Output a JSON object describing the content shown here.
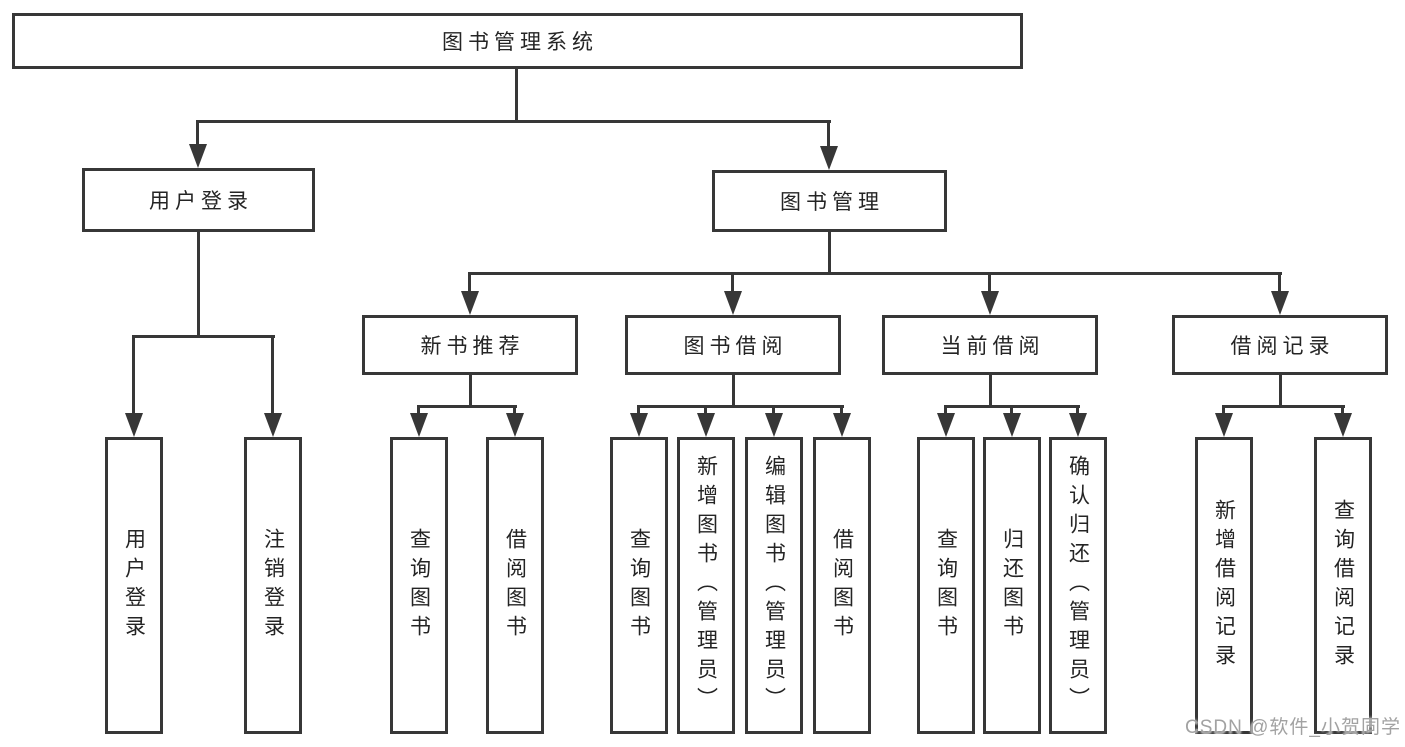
{
  "diagram": {
    "root": {
      "label": "图书管理系统"
    },
    "level2": [
      {
        "label": "用户登录"
      },
      {
        "label": "图书管理"
      }
    ],
    "level3": [
      {
        "label": "新书推荐"
      },
      {
        "label": "图书借阅"
      },
      {
        "label": "当前借阅"
      },
      {
        "label": "借阅记录"
      }
    ],
    "leaves": {
      "login": [
        {
          "label": "用户登录"
        },
        {
          "label": "注销登录"
        }
      ],
      "newbook": [
        {
          "label": "查询图书"
        },
        {
          "label": "借阅图书"
        }
      ],
      "borrow": [
        {
          "label": "查询图书"
        },
        {
          "label": "新增图书（管理员）"
        },
        {
          "label": "编辑图书（管理员）"
        },
        {
          "label": "借阅图书"
        }
      ],
      "current": [
        {
          "label": "查询图书"
        },
        {
          "label": "归还图书"
        },
        {
          "label": "确认归还（管理员）"
        }
      ],
      "records": [
        {
          "label": "新增借阅记录"
        },
        {
          "label": "查询借阅记录"
        }
      ]
    },
    "colors": {
      "line": "#373737",
      "text": "#242424",
      "watermark": "#a2a2a2",
      "background": "#ffffff"
    }
  },
  "watermark": {
    "text": "CSDN @软件_小贺同学"
  }
}
